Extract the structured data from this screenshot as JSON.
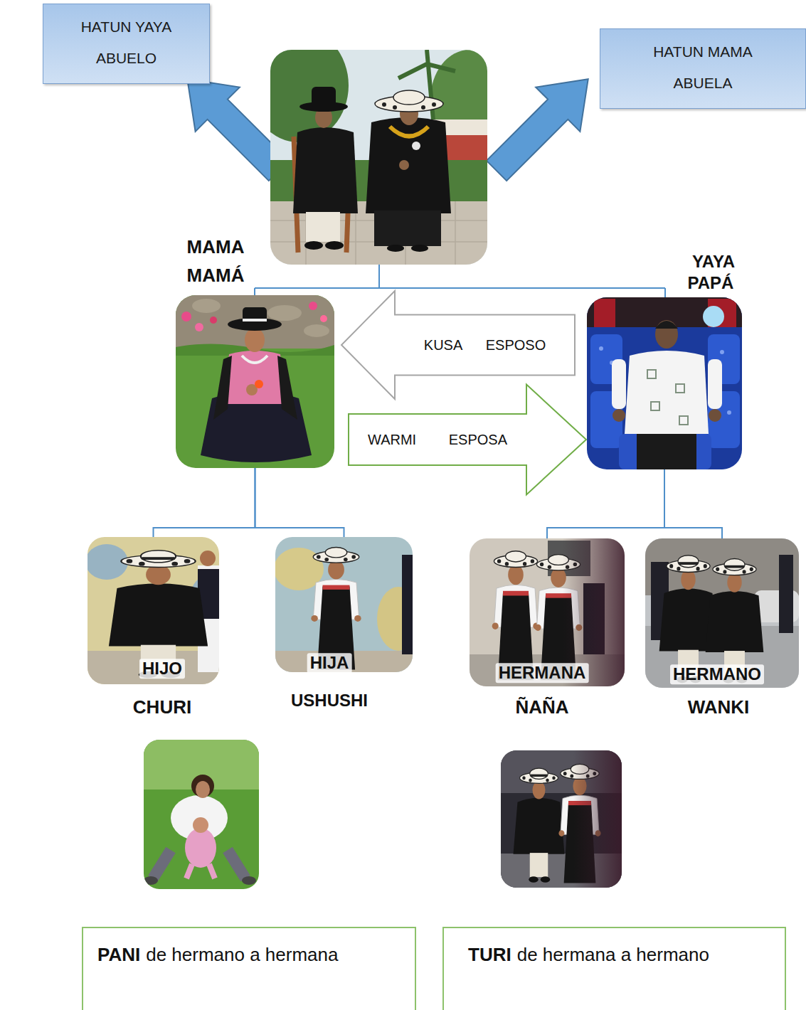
{
  "diagram": {
    "nodes": [
      {
        "text": [
          "HATUN YAYA",
          "ABUELO"
        ]
      },
      {
        "text": [
          "HATUN MAMA",
          "ABUELA"
        ]
      },
      {
        "text": [
          "MAMA",
          "MAMÁ"
        ]
      },
      {
        "text": [
          "YAYA",
          "PAPÁ"
        ]
      },
      {
        "text": [
          "HIJO",
          "CHURI"
        ]
      },
      {
        "text": [
          "HIJA",
          "USHUSHI"
        ]
      },
      {
        "text": [
          "HERMANA",
          "ÑAÑA"
        ]
      },
      {
        "text": [
          "HERMANO",
          "WANKI"
        ]
      },
      {
        "text": [
          "PANI",
          "de hermano a hermana"
        ]
      },
      {
        "text": [
          "TURI",
          "de hermana a hermano"
        ]
      }
    ],
    "edges": [
      {
        "from": 3,
        "to": 2,
        "arrow": "to",
        "label": "KUSA ESPOSO"
      },
      {
        "from": 2,
        "to": 3,
        "arrow": "to",
        "label": "WARMI ESPOSA"
      },
      {
        "from": 2,
        "to": 4,
        "arrow": "none"
      },
      {
        "from": 2,
        "to": 5,
        "arrow": "none"
      },
      {
        "from": 3,
        "to": 6,
        "arrow": "none"
      },
      {
        "from": 3,
        "to": 7,
        "arrow": "none"
      }
    ]
  }
}
